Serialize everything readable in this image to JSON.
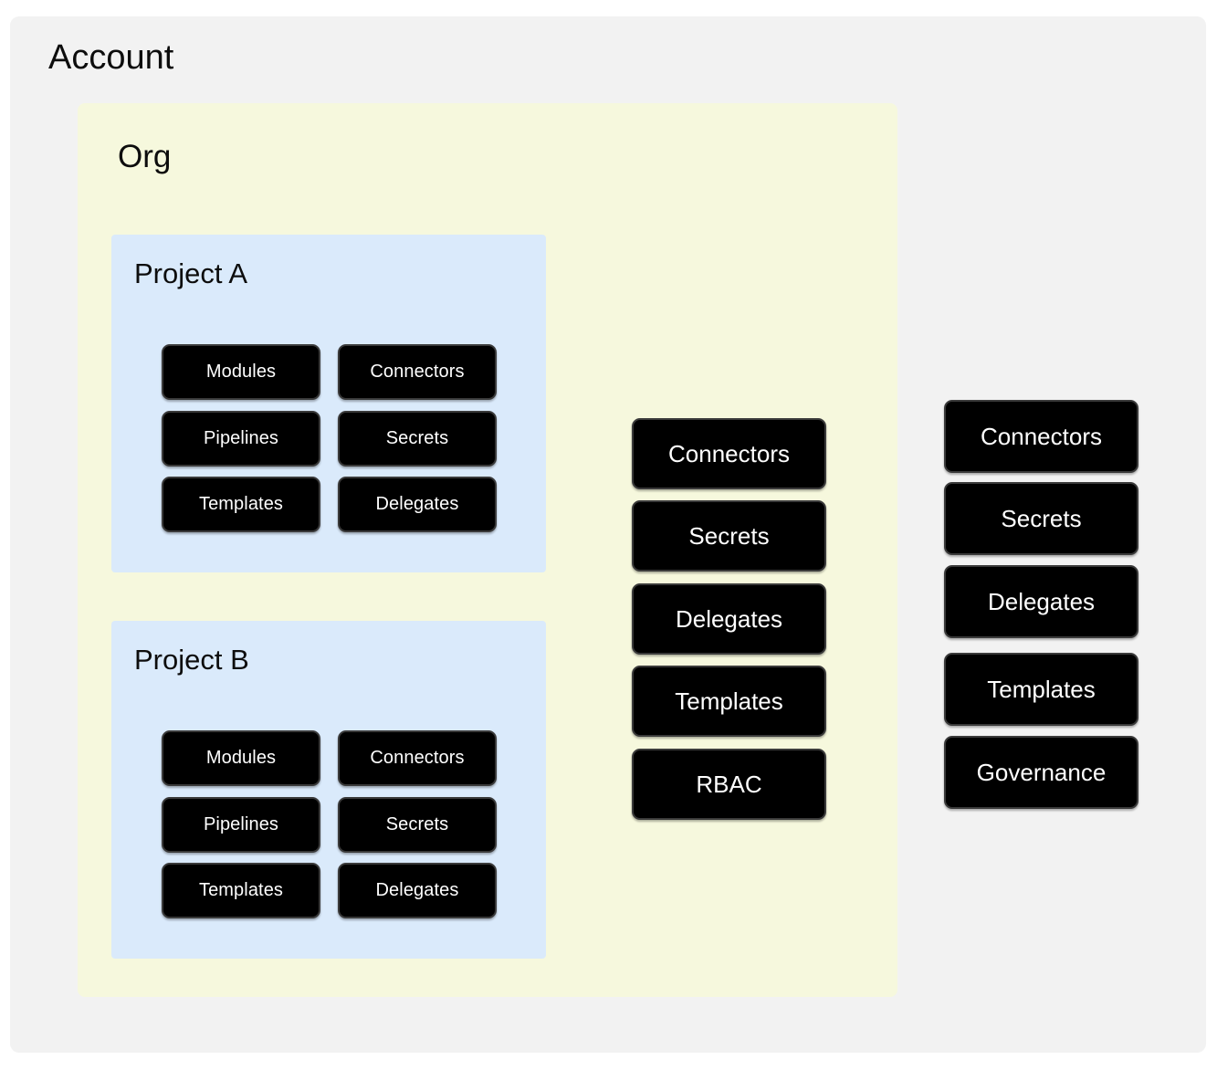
{
  "diagram": {
    "title": "Account",
    "colors": {
      "canvas_background": "#ffffff",
      "account_background": "#f2f2f2",
      "org_background": "#f6f8dd",
      "project_background": "#daeafb",
      "node_background": "#000000",
      "node_border": "#3a3a3a",
      "node_text": "#ffffff",
      "heading_text": "#0d0d0d"
    }
  },
  "account": {
    "title": "Account",
    "resources": [
      {
        "label": "Connectors"
      },
      {
        "label": "Secrets"
      },
      {
        "label": "Delegates"
      },
      {
        "label": "Templates"
      },
      {
        "label": "Governance"
      }
    ]
  },
  "org": {
    "title": "Org",
    "resources": [
      {
        "label": "Connectors"
      },
      {
        "label": "Secrets"
      },
      {
        "label": "Delegates"
      },
      {
        "label": "Templates"
      },
      {
        "label": "RBAC"
      }
    ]
  },
  "projects": [
    {
      "title": "Project A",
      "resources_left": [
        {
          "label": "Modules"
        },
        {
          "label": "Pipelines"
        },
        {
          "label": "Templates"
        }
      ],
      "resources_right": [
        {
          "label": "Connectors"
        },
        {
          "label": "Secrets"
        },
        {
          "label": "Delegates"
        }
      ]
    },
    {
      "title": "Project B",
      "resources_left": [
        {
          "label": "Modules"
        },
        {
          "label": "Pipelines"
        },
        {
          "label": "Templates"
        }
      ],
      "resources_right": [
        {
          "label": "Connectors"
        },
        {
          "label": "Secrets"
        },
        {
          "label": "Delegates"
        }
      ]
    }
  ]
}
